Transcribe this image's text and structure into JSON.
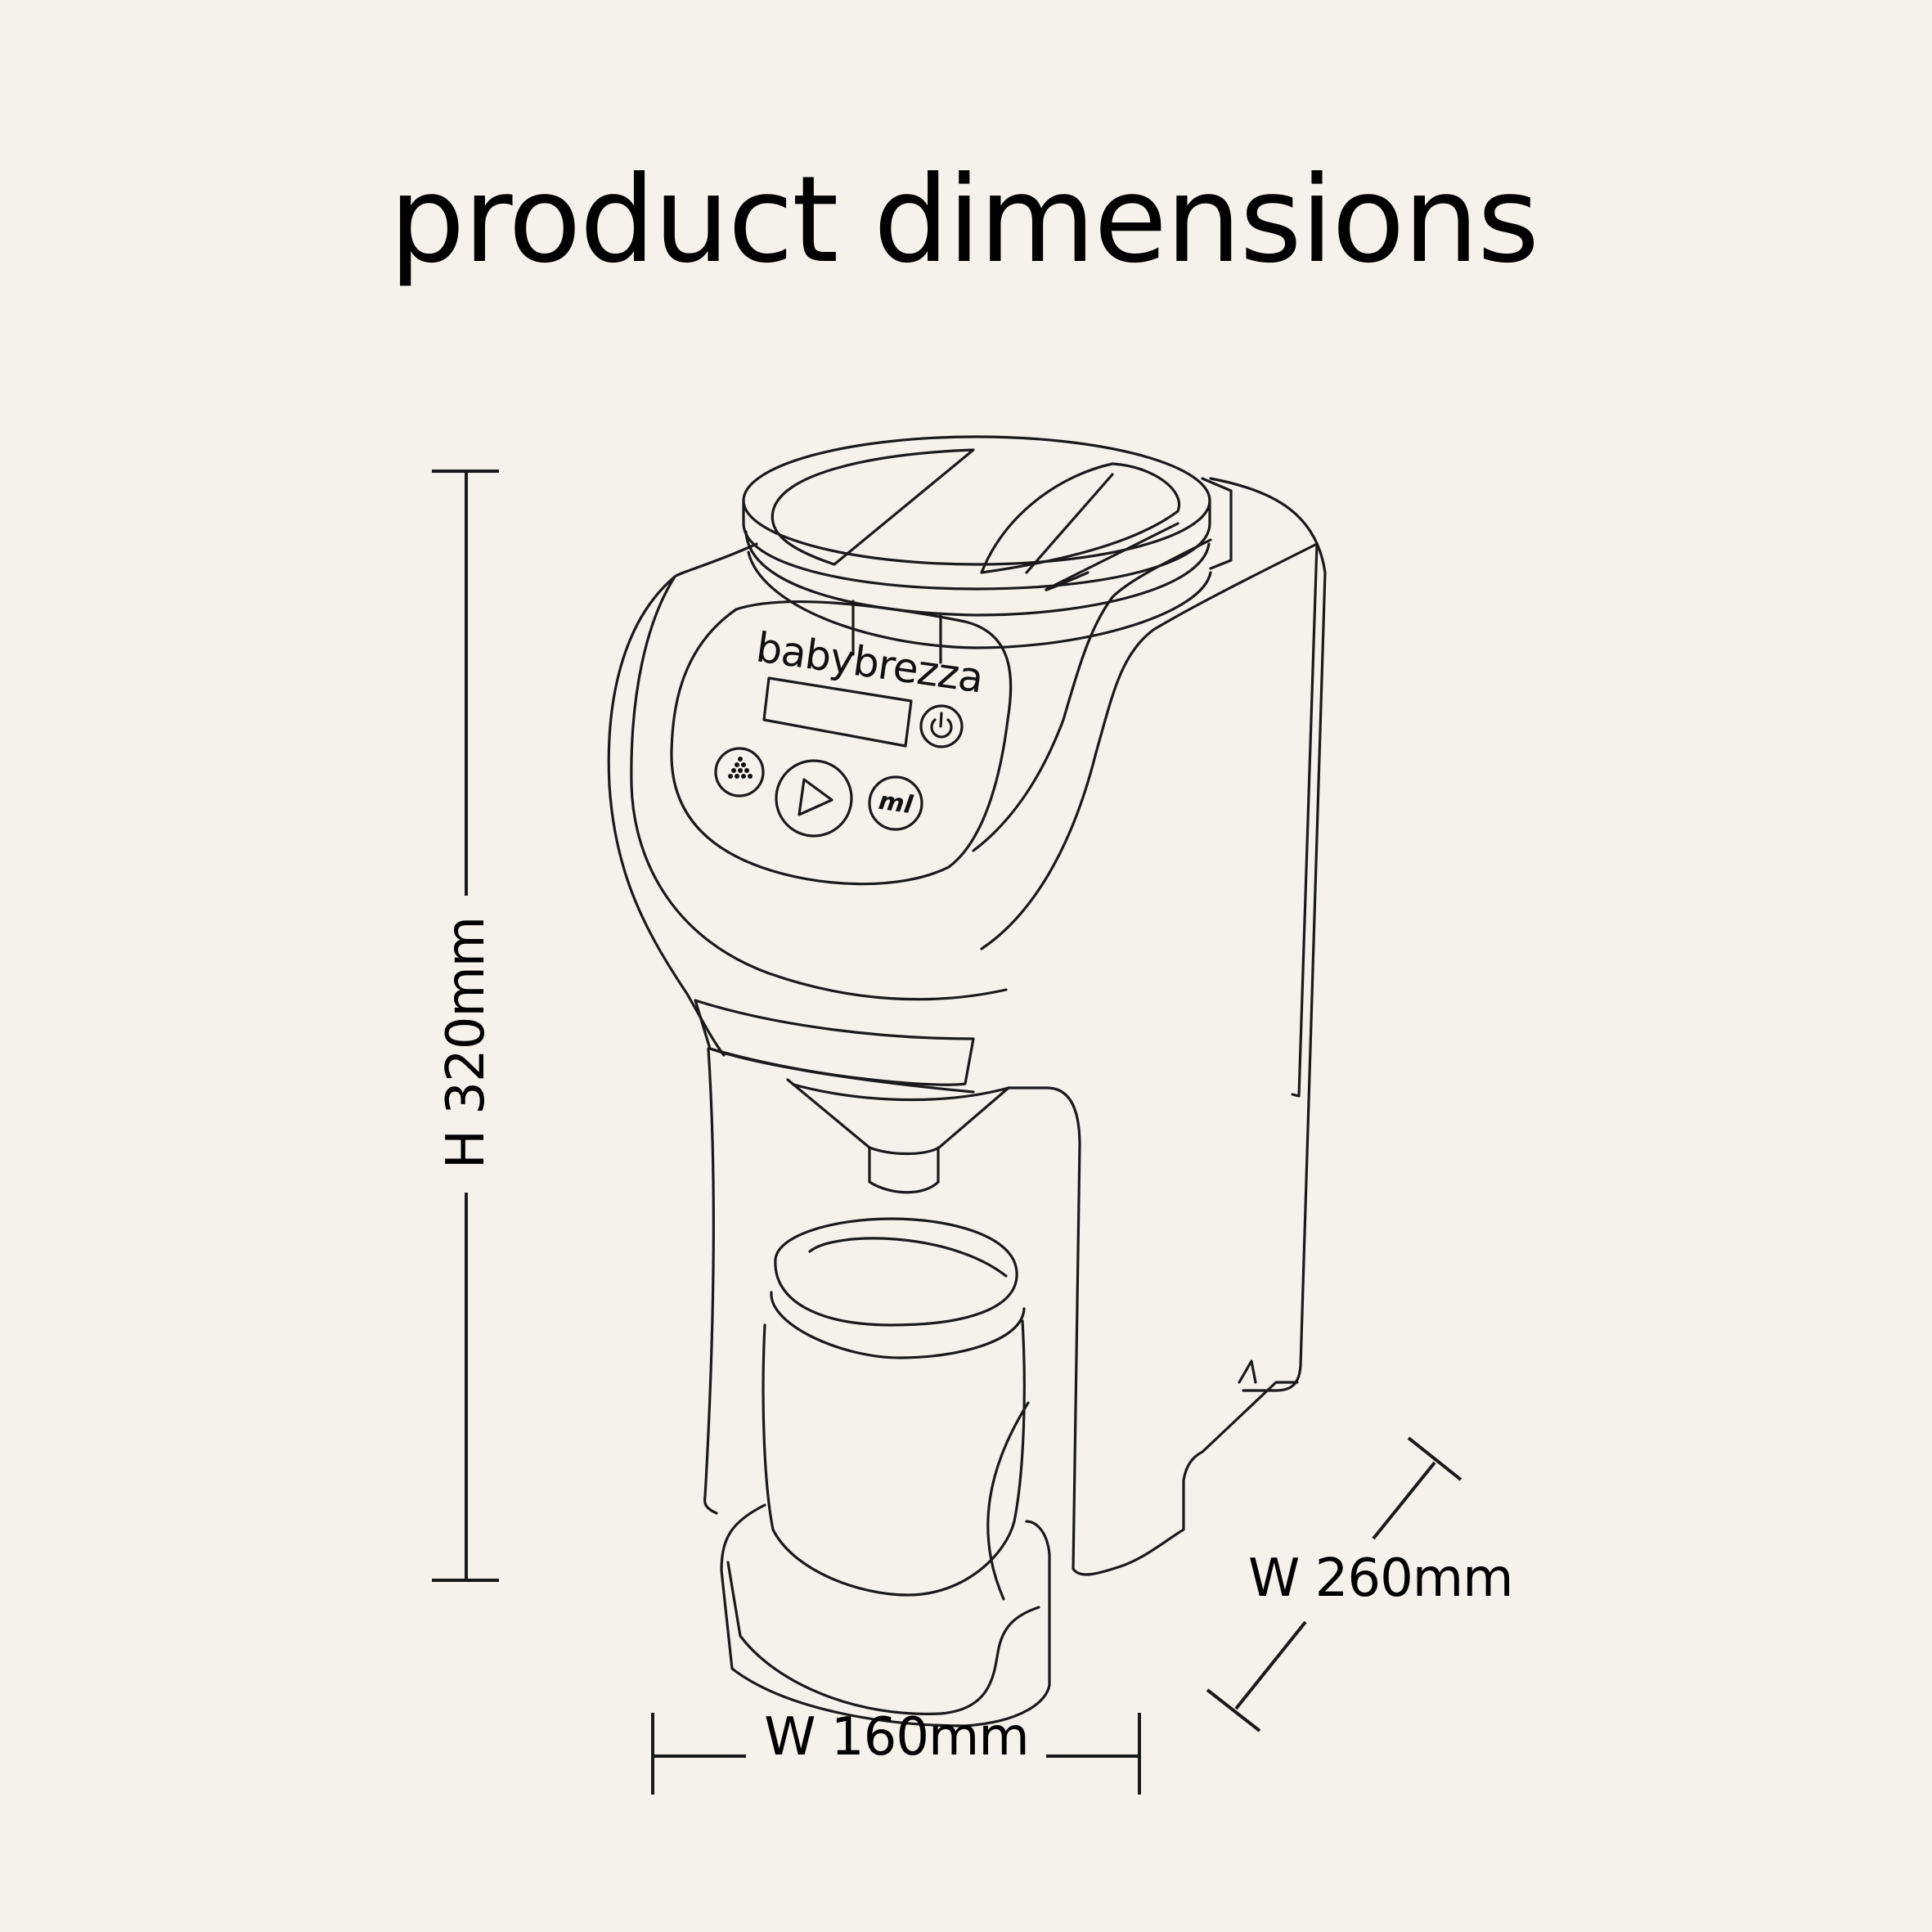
{
  "page": {
    "title": "product dimensions",
    "background_color": "#f5f2ec",
    "line_color": "#1a1a1a"
  },
  "product": {
    "name": "Baby Brezza formula dispenser",
    "brand_logo_text": "babybrezza",
    "controls": [
      {
        "name": "powder-button",
        "icon": "powder-pile-icon"
      },
      {
        "name": "start-button",
        "icon": "play-icon"
      },
      {
        "name": "volume-button",
        "icon": "ml-icon",
        "label": "ml"
      },
      {
        "name": "power-button",
        "icon": "power-icon"
      }
    ],
    "display": "lcd-screen-blank"
  },
  "dimensions": {
    "height": {
      "label": "H 320mm",
      "value": 320,
      "unit": "mm"
    },
    "width": {
      "label": "W 160mm",
      "value": 160,
      "unit": "mm"
    },
    "depth": {
      "label": "W 260mm",
      "value": 260,
      "unit": "mm"
    }
  }
}
